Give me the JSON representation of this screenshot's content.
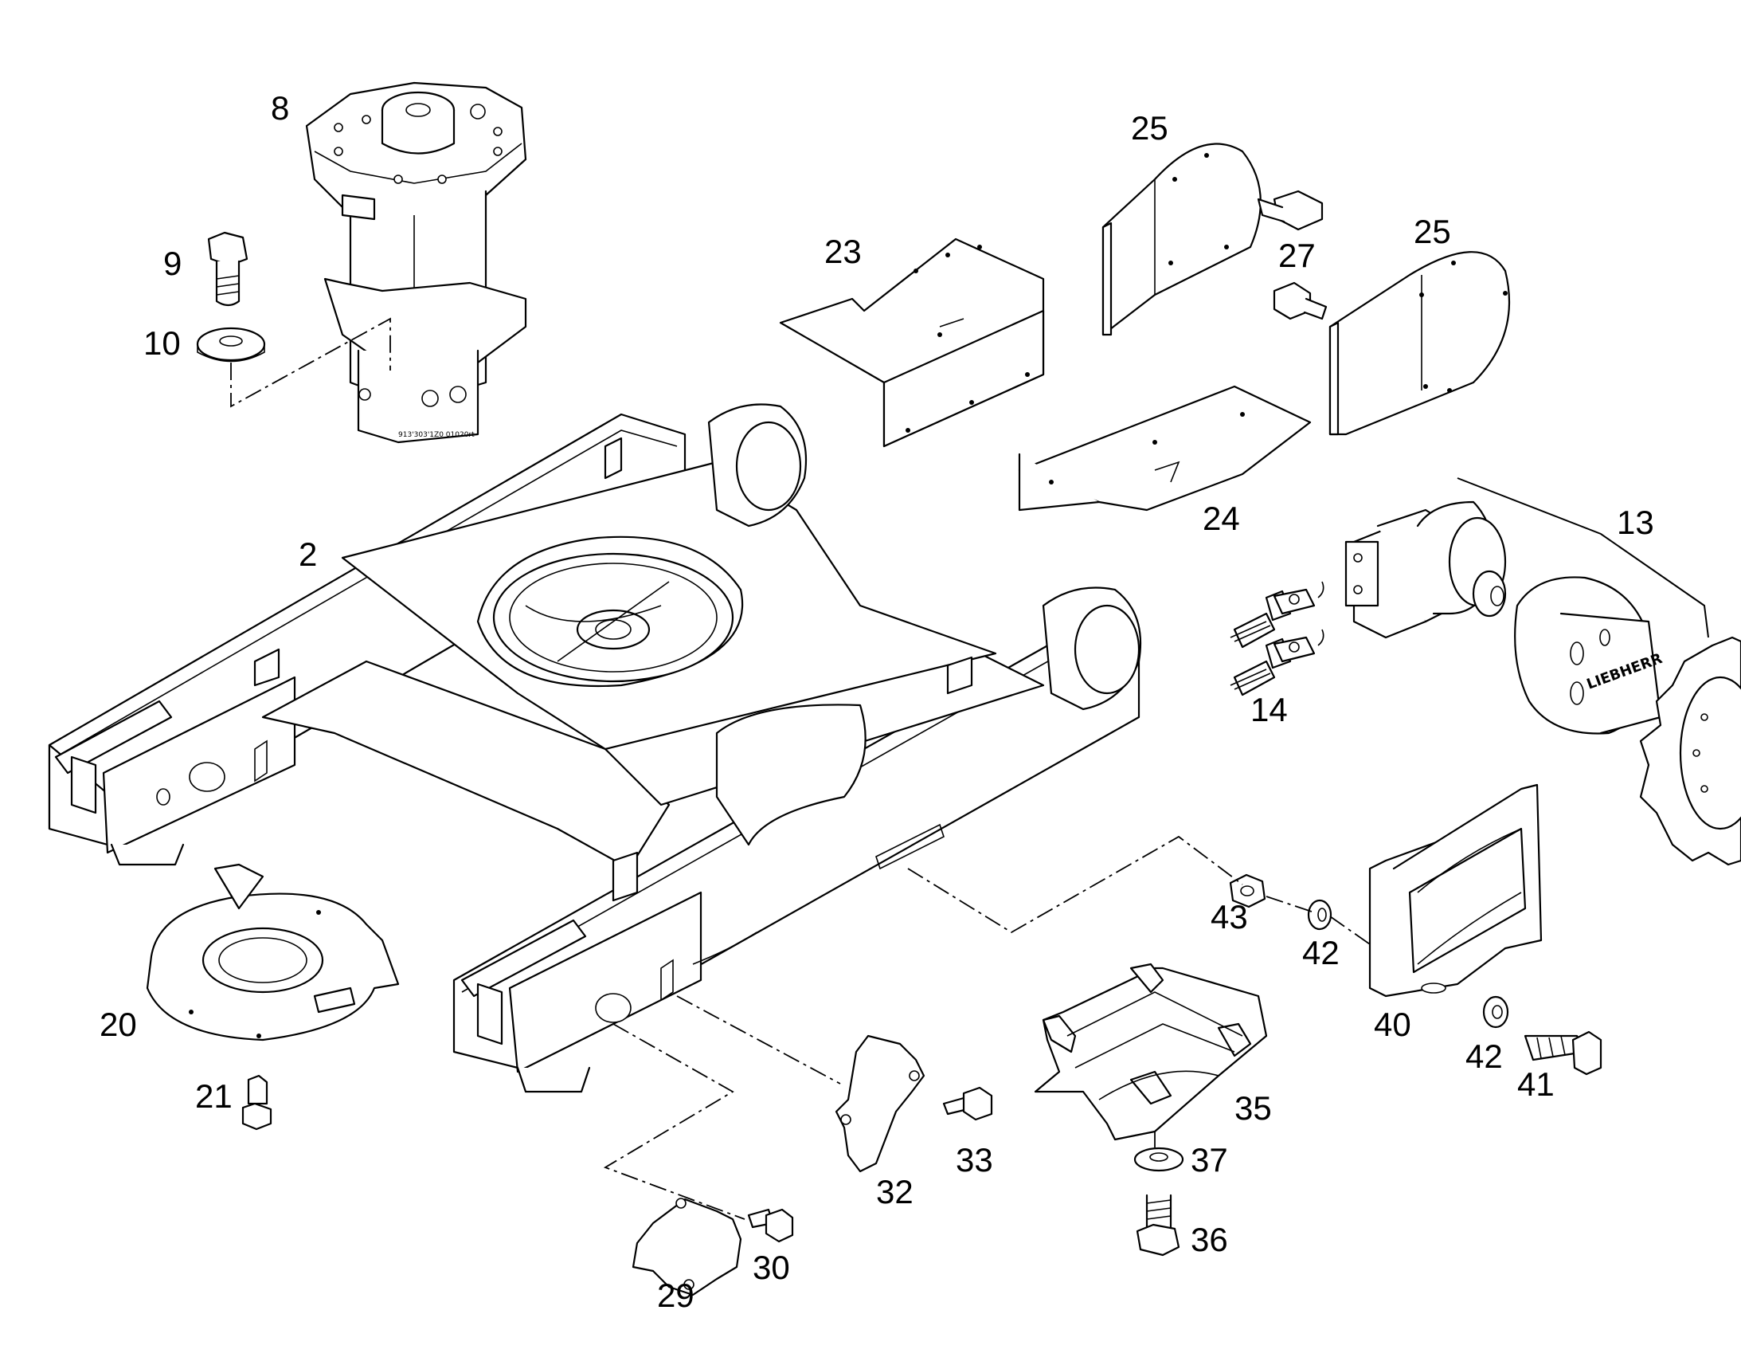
{
  "callouts": [
    {
      "id": "8",
      "text": "8"
    },
    {
      "id": "9",
      "text": "9"
    },
    {
      "id": "10",
      "text": "10"
    },
    {
      "id": "2",
      "text": "2"
    },
    {
      "id": "23",
      "text": "23"
    },
    {
      "id": "25a",
      "text": "25"
    },
    {
      "id": "27",
      "text": "27"
    },
    {
      "id": "25b",
      "text": "25"
    },
    {
      "id": "24",
      "text": "24"
    },
    {
      "id": "13",
      "text": "13"
    },
    {
      "id": "14",
      "text": "14"
    },
    {
      "id": "20",
      "text": "20"
    },
    {
      "id": "21",
      "text": "21"
    },
    {
      "id": "43",
      "text": "43"
    },
    {
      "id": "42a",
      "text": "42"
    },
    {
      "id": "40",
      "text": "40"
    },
    {
      "id": "42b",
      "text": "42"
    },
    {
      "id": "41",
      "text": "41"
    },
    {
      "id": "35",
      "text": "35"
    },
    {
      "id": "37",
      "text": "37"
    },
    {
      "id": "36",
      "text": "36"
    },
    {
      "id": "33",
      "text": "33"
    },
    {
      "id": "32",
      "text": "32"
    },
    {
      "id": "30",
      "text": "30"
    },
    {
      "id": "29",
      "text": "29"
    }
  ],
  "part_markings": {
    "brand_on_gearbox": "LIEBHERR",
    "rotary_joint_code": "913'303'1Z0 01020rt"
  }
}
